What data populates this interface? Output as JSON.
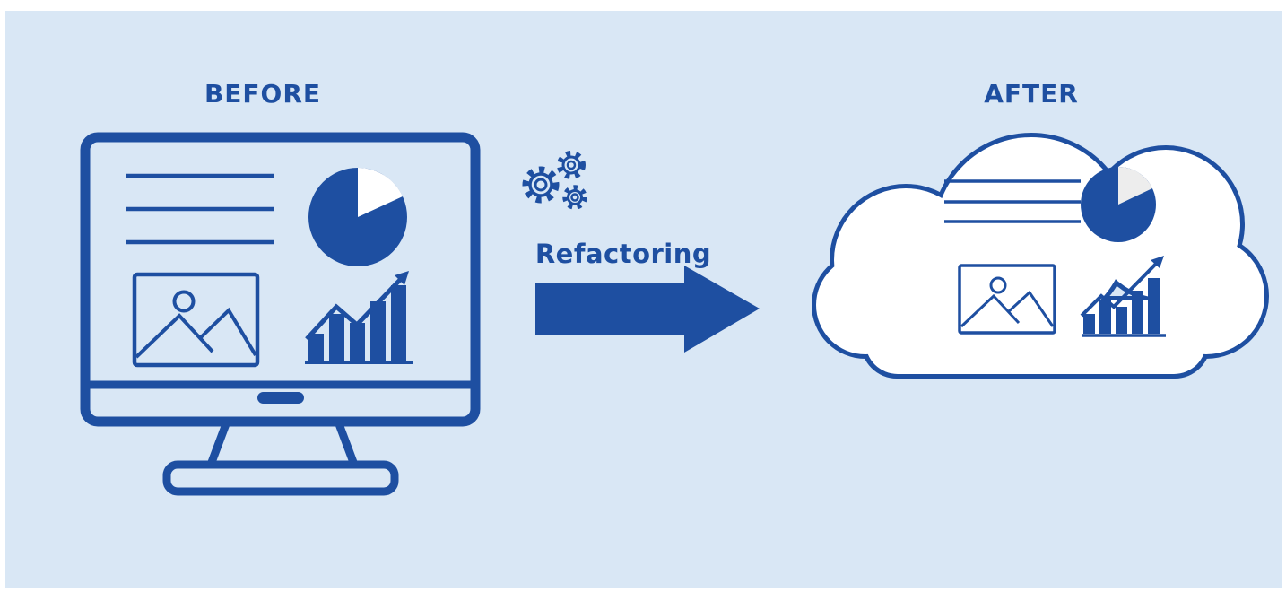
{
  "labels": {
    "before": "BEFORE",
    "after": "AFTER",
    "process": "Refactoring"
  },
  "colors": {
    "accent": "#1e4fa1",
    "background": "#d9e7f5",
    "cloud_fill": "#ffffff",
    "pie_notch": "#ededed"
  },
  "diagram": {
    "before_contents": [
      "text-lines",
      "pie-chart",
      "image-placeholder",
      "bar-chart-trending-up"
    ],
    "after_contents": [
      "text-lines",
      "pie-chart",
      "image-placeholder",
      "bar-chart-trending-up"
    ],
    "transition": "gears + right arrow labeled Refactoring, desktop monitor migrating to cloud"
  }
}
